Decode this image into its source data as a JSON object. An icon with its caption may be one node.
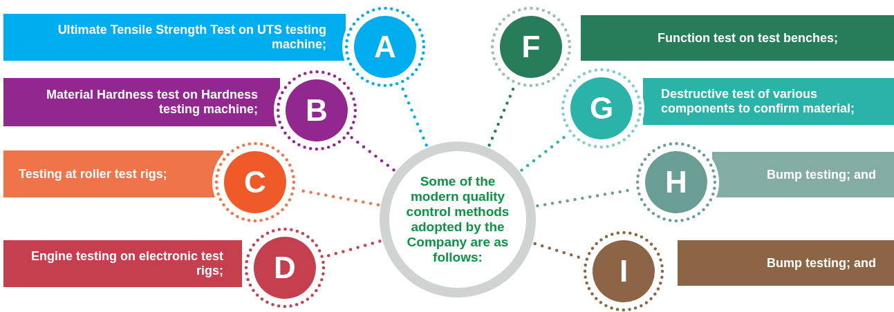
{
  "diagram": {
    "nodes": [
      {
        "text": [
          "Some of the modern quality control methods adopted by the Company are as follows:"
        ]
      },
      {
        "text": [
          "Ultimate Tensile Strength Test on UTS testing machine;"
        ]
      },
      {
        "text": [
          "A"
        ]
      },
      {
        "text": [
          "Material Hardness test on Hardness testing machine;"
        ]
      },
      {
        "text": [
          "B"
        ]
      },
      {
        "text": [
          "Testing at roller test rigs;"
        ]
      },
      {
        "text": [
          "C"
        ]
      },
      {
        "text": [
          "Engine testing on electronic test rigs;"
        ]
      },
      {
        "text": [
          "D"
        ]
      },
      {
        "text": [
          "Function test on test benches;"
        ]
      },
      {
        "text": [
          "F"
        ]
      },
      {
        "text": [
          "Destructive test of various components to confirm material;"
        ]
      },
      {
        "text": [
          "G"
        ]
      },
      {
        "text": [
          "Bump testing; and"
        ]
      },
      {
        "text": [
          "H"
        ]
      },
      {
        "text": [
          "Bump testing; and"
        ]
      },
      {
        "text": [
          "I"
        ]
      }
    ],
    "edges": [
      {
        "from": 0,
        "to": 2,
        "arrow": "none",
        "color": "#00aeef"
      },
      {
        "from": 0,
        "to": 4,
        "arrow": "none",
        "color": "#92278f"
      },
      {
        "from": 0,
        "to": 6,
        "arrow": "none",
        "color": "#f07449"
      },
      {
        "from": 0,
        "to": 8,
        "arrow": "none",
        "color": "#c53f4f"
      },
      {
        "from": 0,
        "to": 10,
        "arrow": "none",
        "color": "#277d59"
      },
      {
        "from": 0,
        "to": 12,
        "arrow": "none",
        "color": "#2ab3a9"
      },
      {
        "from": 0,
        "to": 14,
        "arrow": "none",
        "color": "#6a9e94"
      },
      {
        "from": 0,
        "to": 16,
        "arrow": "none",
        "color": "#8b6546"
      }
    ]
  }
}
